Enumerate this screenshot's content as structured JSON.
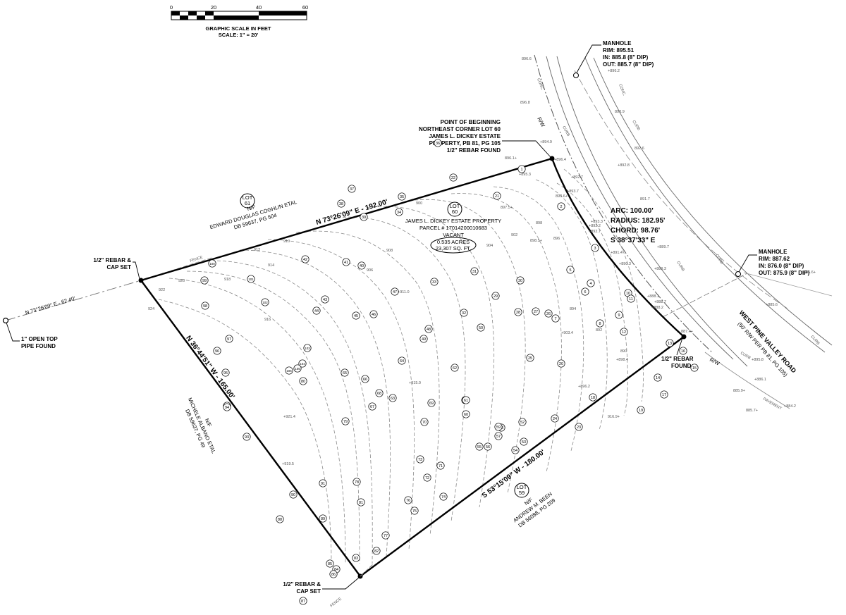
{
  "scale": {
    "ticks": [
      "0",
      "20",
      "40",
      "60"
    ],
    "caption_line1": "GRAPHIC SCALE IN FEET",
    "caption_line2": "SCALE: 1\" = 20'"
  },
  "callouts": {
    "pob_lines": [
      "POINT OF BEGINNING",
      "NORTHEAST CORNER LOT 60",
      "JAMES L. DICKEY ESTATE",
      "PROPERTY, PB 81, PG 105",
      "1/2\" REBAR FOUND"
    ],
    "rebar_cap_nw": [
      "1/2\" REBAR &",
      "CAP SET"
    ],
    "rebar_cap_s": [
      "1/2\" REBAR &",
      "CAP SET"
    ],
    "rebar_found_e": [
      "1/2\" REBAR",
      "FOUND"
    ],
    "open_top_pipe": [
      "1\" OPEN TOP",
      "PIPE FOUND"
    ],
    "manhole_1": [
      "MANHOLE",
      "RIM: 895.51",
      "IN: 885.8 (8\" DIP)",
      "OUT: 885.7 (8\" DIP)"
    ],
    "manhole_2": [
      "MANHOLE",
      "RIM: 887.62",
      "IN: 876.0 (8\" DIP)",
      "OUT: 875.9 (8\" DIP)"
    ]
  },
  "bearings": {
    "north": "N 73°26'09\" E - 192.00'",
    "west": "N 36°44'51\" W - 165.00'",
    "south": "S 53°15'09\" W - 180.00'",
    "tie": "N 73°26'09\" E - 62.40'"
  },
  "curve": {
    "arc": "ARC: 100.00'",
    "radius": "RADIUS: 182.95'",
    "chord": "CHORD: 98.76'",
    "chord_bearing": "S 38°37'33\" E"
  },
  "lots": {
    "lot61": {
      "top": "LOT",
      "num": "61"
    },
    "lot60": {
      "top": "LOT",
      "num": "60"
    },
    "lot59": {
      "top": "LOT",
      "num": "59"
    }
  },
  "owners": {
    "north": [
      "N/F",
      "EDWARD DOUGLAS COGHLIN ETAL",
      "DB 59637, PG 504"
    ],
    "subject": [
      "JAMES L. DICKEY ESTATE PROPERTY",
      "PARCEL # 17014200010683",
      "VACANT"
    ],
    "area": [
      "0.535 ACRES",
      "23,307 SQ. FT."
    ],
    "west": [
      "N/F",
      "MICHELE ALBANO ETAL",
      "DB 59637, PG 49"
    ],
    "south": [
      "N/F",
      "ANDREW M. BEEN",
      "DB 56088, PG 209"
    ]
  },
  "road": {
    "name": "WEST PINE VALLEY ROAD",
    "sub": "(50' R/W PER PB 81, PG 105)",
    "rw": "R/W",
    "curb": "CURB",
    "pavement": "PAVEMENT",
    "conc": "CONC.",
    "fence": "FENCE"
  },
  "spot_elevations": [
    "+894.9",
    "+896.4",
    "896.1+",
    "+895.3",
    "+892.7",
    "+893.7",
    "893.6+",
    "+892.2",
    "+892.7",
    "+891.4",
    "+890.3",
    "+889.3",
    "+888.1",
    "+888.7",
    "+888.2",
    "887.4+",
    "+893.3",
    "+892.8",
    "891.7",
    "+889.7",
    "+886.1",
    "885.9+",
    "885.7+",
    "+884.2",
    "+896.2",
    "+895.8",
    "893.9",
    "892.6",
    "896.8",
    "896.6",
    "+915.0",
    "+911.0",
    "+921.4",
    "+919.5",
    "916.9+",
    "898.5+",
    "897.5+",
    "+903.4",
    "+898.4",
    "+896.2",
    "+885.6",
    "886.6+"
  ],
  "point_numbers": [
    "1",
    "2",
    "3",
    "4",
    "5",
    "6",
    "7",
    "8",
    "9",
    "10",
    "11",
    "12",
    "13",
    "14",
    "15",
    "16",
    "17",
    "18",
    "19",
    "20",
    "21",
    "22",
    "23",
    "24",
    "25",
    "26",
    "27",
    "28",
    "29",
    "30",
    "31",
    "32",
    "33",
    "34",
    "35",
    "36",
    "37",
    "38",
    "39",
    "40",
    "41",
    "42",
    "43",
    "44",
    "45",
    "46",
    "47",
    "48",
    "49",
    "50",
    "51",
    "52",
    "53",
    "54",
    "55",
    "56",
    "57",
    "58",
    "59",
    "60",
    "61",
    "62",
    "63",
    "64",
    "65",
    "66",
    "67",
    "68",
    "69",
    "70",
    "71",
    "72",
    "73",
    "74",
    "75",
    "76",
    "77",
    "78",
    "79",
    "80",
    "81",
    "82",
    "83",
    "84",
    "85",
    "86",
    "87",
    "88",
    "89",
    "90",
    "91",
    "92",
    "93",
    "94",
    "95",
    "96",
    "97",
    "98",
    "99",
    "100",
    "101",
    "102",
    "103",
    "104",
    "105",
    "106"
  ],
  "contour_labels": [
    "906",
    "904",
    "902",
    "900",
    "898",
    "896",
    "910",
    "912",
    "914",
    "916",
    "918",
    "920",
    "922",
    "924",
    "908",
    "894",
    "892",
    "890"
  ]
}
